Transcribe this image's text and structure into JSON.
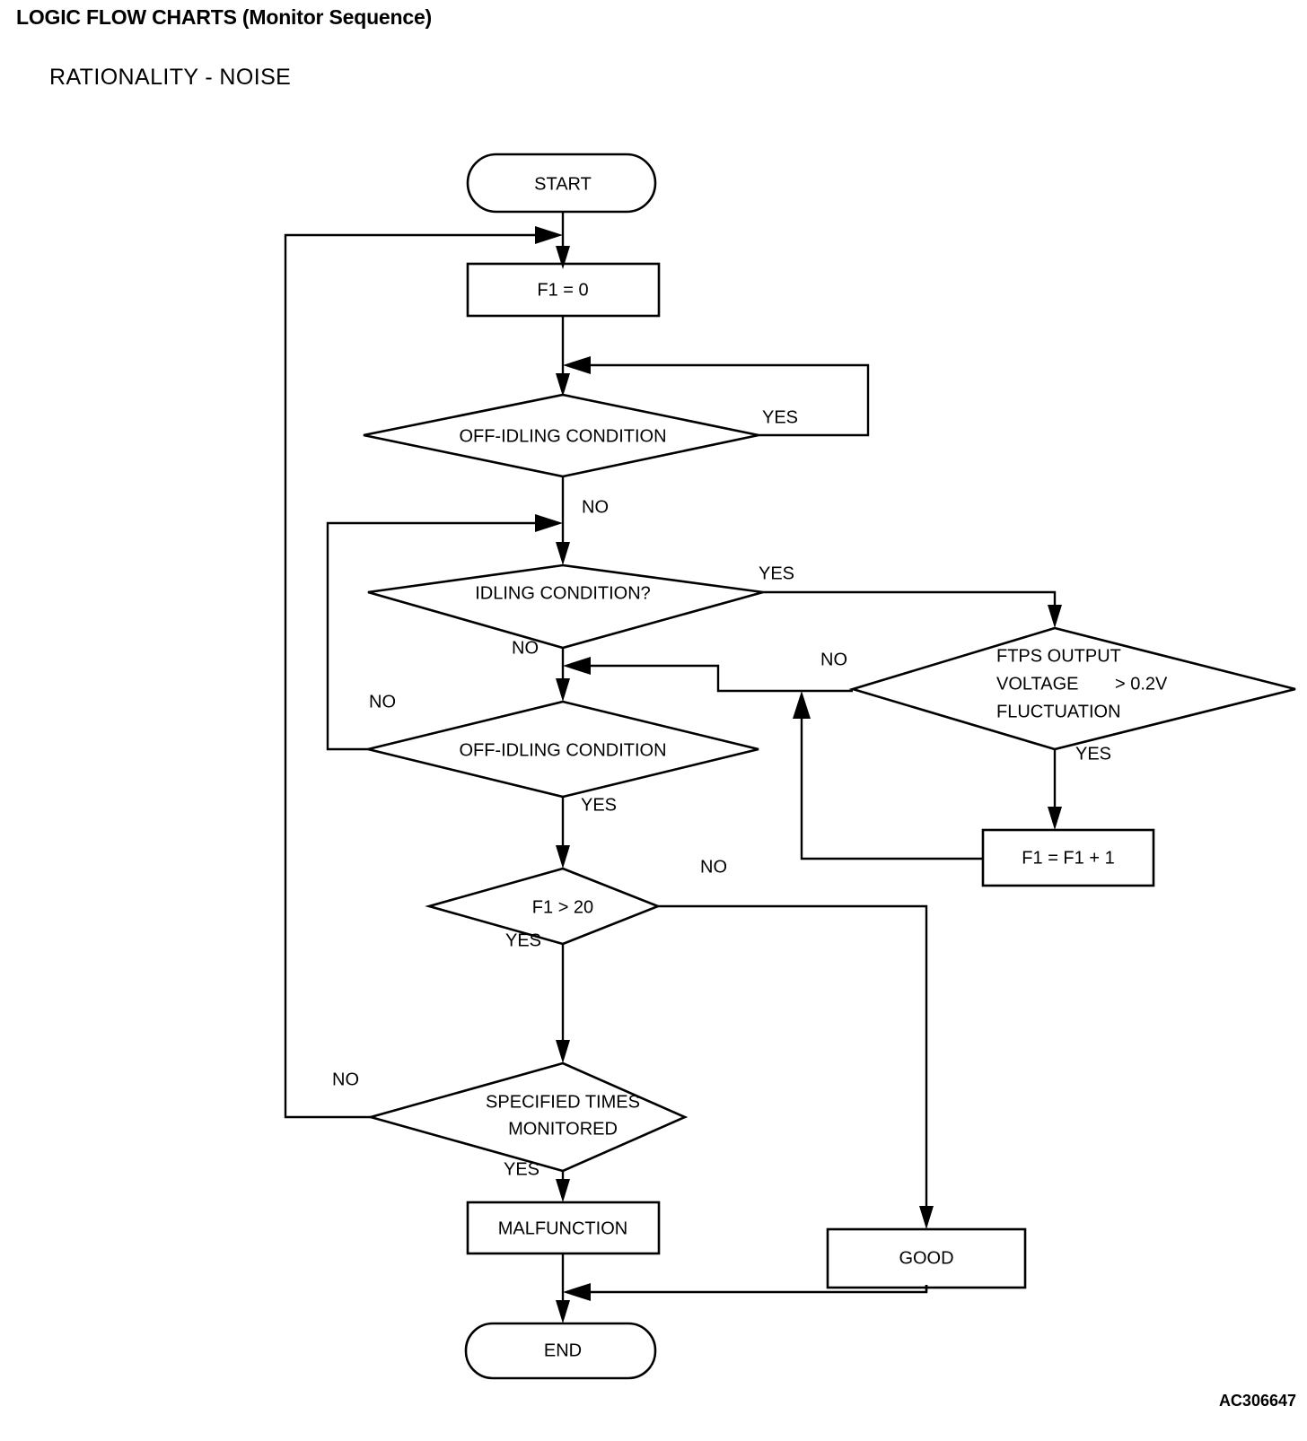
{
  "header": {
    "title": "LOGIC FLOW CHARTS (Monitor Sequence)",
    "subtitle": "RATIONALITY - NOISE",
    "doc_code": "AC306647"
  },
  "chart_data": {
    "type": "flowchart",
    "title": "RATIONALITY - NOISE",
    "nodes": [
      {
        "id": "start",
        "shape": "terminator",
        "label": "START"
      },
      {
        "id": "f1_zero",
        "shape": "process",
        "label": "F1 = 0"
      },
      {
        "id": "off_idle_1",
        "shape": "decision",
        "label": "OFF-IDLING CONDITION"
      },
      {
        "id": "idling",
        "shape": "decision",
        "label": "IDLING CONDITION?"
      },
      {
        "id": "ftps",
        "shape": "decision",
        "label_line1": "FTPS OUTPUT",
        "label_line2": "VOLTAGE",
        "label_line2b": "> 0.2V",
        "label_line3": "FLUCTUATION"
      },
      {
        "id": "off_idle_2",
        "shape": "decision",
        "label": "OFF-IDLING CONDITION"
      },
      {
        "id": "f1_inc",
        "shape": "process",
        "label": "F1 = F1 + 1"
      },
      {
        "id": "f1_gt_20",
        "shape": "decision",
        "label": "F1 > 20"
      },
      {
        "id": "spec_times",
        "shape": "decision",
        "label_line1": "SPECIFIED TIMES",
        "label_line2": "MONITORED"
      },
      {
        "id": "malfunction",
        "shape": "process",
        "label": "MALFUNCTION"
      },
      {
        "id": "good",
        "shape": "process",
        "label": "GOOD"
      },
      {
        "id": "end",
        "shape": "terminator",
        "label": "END"
      }
    ],
    "edges": [
      {
        "from": "start",
        "to": "f1_zero",
        "label": ""
      },
      {
        "from": "f1_zero",
        "to": "off_idle_1",
        "label": ""
      },
      {
        "from": "off_idle_1",
        "to": "off_idle_1",
        "label": "YES"
      },
      {
        "from": "off_idle_1",
        "to": "idling",
        "label": "NO"
      },
      {
        "from": "idling",
        "to": "ftps",
        "label": "YES"
      },
      {
        "from": "idling",
        "to": "off_idle_2",
        "label": "NO"
      },
      {
        "from": "ftps",
        "to": "off_idle_2",
        "label": "NO"
      },
      {
        "from": "ftps",
        "to": "f1_inc",
        "label": "YES"
      },
      {
        "from": "f1_inc",
        "to": "ftps",
        "label": ""
      },
      {
        "from": "off_idle_2",
        "to": "idling",
        "label": "NO"
      },
      {
        "from": "off_idle_2",
        "to": "f1_gt_20",
        "label": "YES"
      },
      {
        "from": "f1_gt_20",
        "to": "good",
        "label": "NO"
      },
      {
        "from": "f1_gt_20",
        "to": "spec_times",
        "label": "YES"
      },
      {
        "from": "spec_times",
        "to": "f1_zero",
        "label": "NO"
      },
      {
        "from": "spec_times",
        "to": "malfunction",
        "label": "YES"
      },
      {
        "from": "malfunction",
        "to": "end",
        "label": ""
      },
      {
        "from": "good",
        "to": "end",
        "label": ""
      }
    ],
    "edge_labels": {
      "off_idle_1_yes": "YES",
      "off_idle_1_no": "NO",
      "idling_yes": "YES",
      "idling_no": "NO",
      "ftps_no": "NO",
      "ftps_yes": "YES",
      "off_idle_2_no": "NO",
      "off_idle_2_yes": "YES",
      "f1_gt_20_no": "NO",
      "f1_gt_20_yes": "YES",
      "spec_times_no": "NO",
      "spec_times_yes": "YES"
    },
    "colors": {
      "stroke": "#000000",
      "fill": "#ffffff",
      "text": "#000000"
    }
  }
}
